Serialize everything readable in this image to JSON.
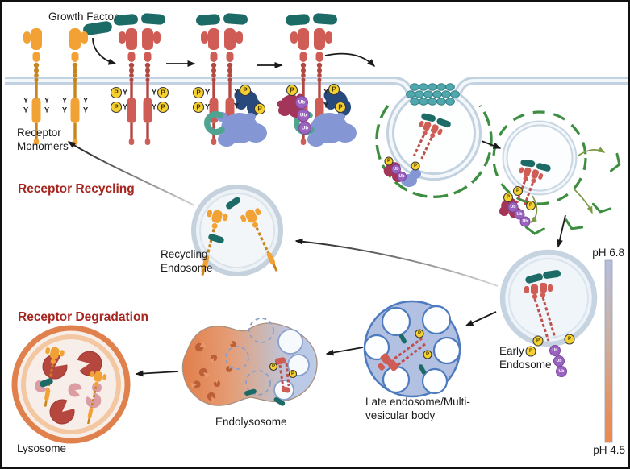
{
  "labels": {
    "growth_factor": "Growth Factor",
    "receptor_monomers": [
      "Receptor",
      "Monomers"
    ],
    "receptor_recycling": "Receptor Recycling",
    "recycling_endosome": [
      "Recycling",
      "Endosome"
    ],
    "receptor_degradation": "Receptor Degradation",
    "early_endosome": [
      "Early",
      "Endosome"
    ],
    "late_endosome_mvb": [
      "Late endosome/Multi-",
      "vesicular body"
    ],
    "endolysosome": "Endolysosome",
    "lysosome": "Lysosome",
    "ph_top": "pH 6.8",
    "ph_bottom": "pH 4.5"
  },
  "markers": {
    "phosphorylation": "P",
    "ubiquitin": "Ub",
    "tyrosine": "Y"
  },
  "colors": {
    "heading_red": "#A6251F",
    "label_text": "#1B1B1B",
    "membrane_blue": "#C2D2E1",
    "receptor_inactive_orange": "#F2A234",
    "receptor_active_red": "#D05C56",
    "growth_factor_teal": "#1D6B66",
    "phospho_yellow": "#F6D12F",
    "ubiquitin_purple": "#9B63C1",
    "clathrin_green": "#3E8E41",
    "dynamin_teal": "#4FA8AE",
    "mvb_fill": "#B2C0E1",
    "lysosome_orange": "#E0814D",
    "ph_top_color": "#B6BEDC",
    "ph_bottom_color": "#EC8A50"
  }
}
